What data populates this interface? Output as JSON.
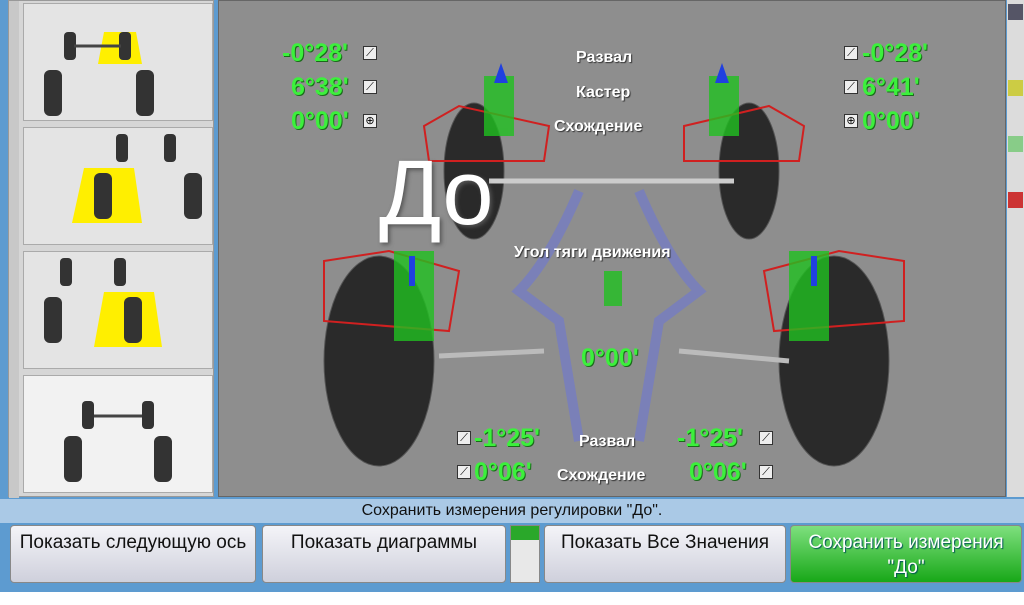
{
  "overlay_text": "До",
  "front": {
    "left_camber": "-0°28'",
    "left_caster": "6°38'",
    "left_toe": "0°00'",
    "right_camber": "-0°28'",
    "right_caster": "6°41'",
    "right_toe": "0°00'",
    "camber_label": "Развал",
    "caster_label": "Кастер",
    "toe_label": "Схождение"
  },
  "thrust": {
    "label": "Угол тяги движения",
    "value": "0°00'"
  },
  "rear": {
    "left_camber": "-1°25'",
    "left_toe": "0°06'",
    "right_camber": "-1°25'",
    "right_toe": "0°06'",
    "camber_label": "Развал",
    "toe_label": "Схождение"
  },
  "status": "Сохранить измерения регулировки \"До\".",
  "buttons": {
    "next_axle": "Показать следующую ось",
    "diagrams": "Показать диаграммы",
    "all_values": "Показать Все Значения",
    "save_before": "Сохранить измерения \"До\""
  },
  "colors": {
    "value": "#3cf03c",
    "save": "#18a818"
  }
}
